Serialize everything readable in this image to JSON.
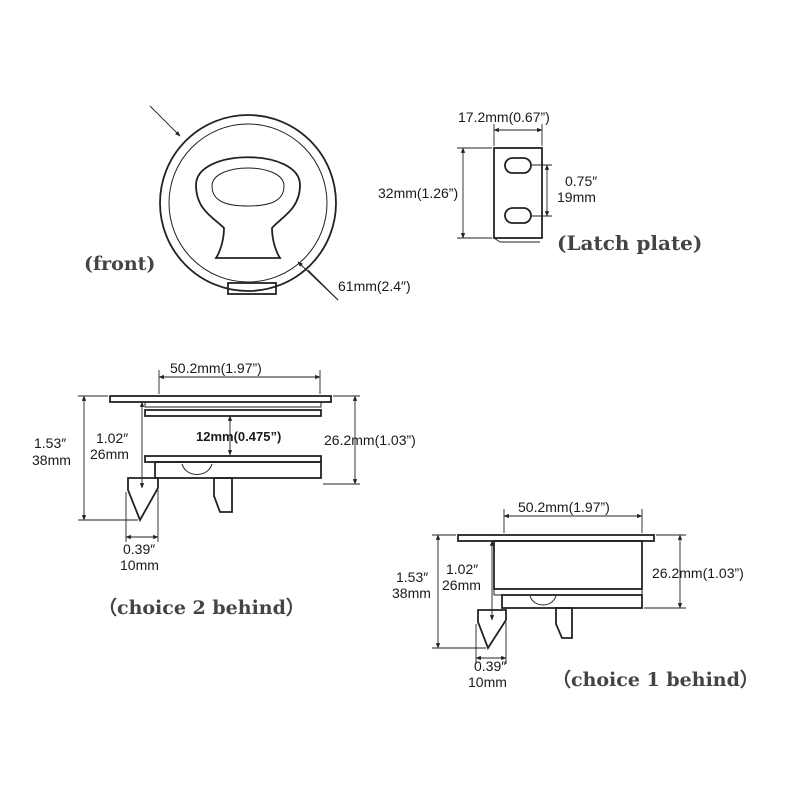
{
  "front_view": {
    "caption": "(front)",
    "diameter": "61mm(2.4″)"
  },
  "latch_plate": {
    "caption": "(Latch plate)",
    "width": "17.2mm(0.67”)",
    "height": "32mm(1.26”)",
    "slot_spacing_in": "0.75″",
    "slot_spacing_mm": "19mm"
  },
  "choice_2": {
    "caption": "（choice 2 behind）",
    "top_width": "50.2mm(1.97”)",
    "total_height_in": "1.53″",
    "total_height_mm": "38mm",
    "body_height_in": "1.02″",
    "body_height_mm": "26mm",
    "gap": "12mm(0.475”)",
    "overall_depth": "26.2mm(1.03”)",
    "hook_in": "0.39″",
    "hook_mm": "10mm"
  },
  "choice_1": {
    "caption": "（choice 1 behind）",
    "top_width": "50.2mm(1.97”)",
    "total_height_in": "1.53″",
    "total_height_mm": "38mm",
    "body_height_in": "1.02″",
    "body_height_mm": "26mm",
    "overall_depth": "26.2mm(1.03”)",
    "hook_in": "0.39″",
    "hook_mm": "10mm"
  }
}
